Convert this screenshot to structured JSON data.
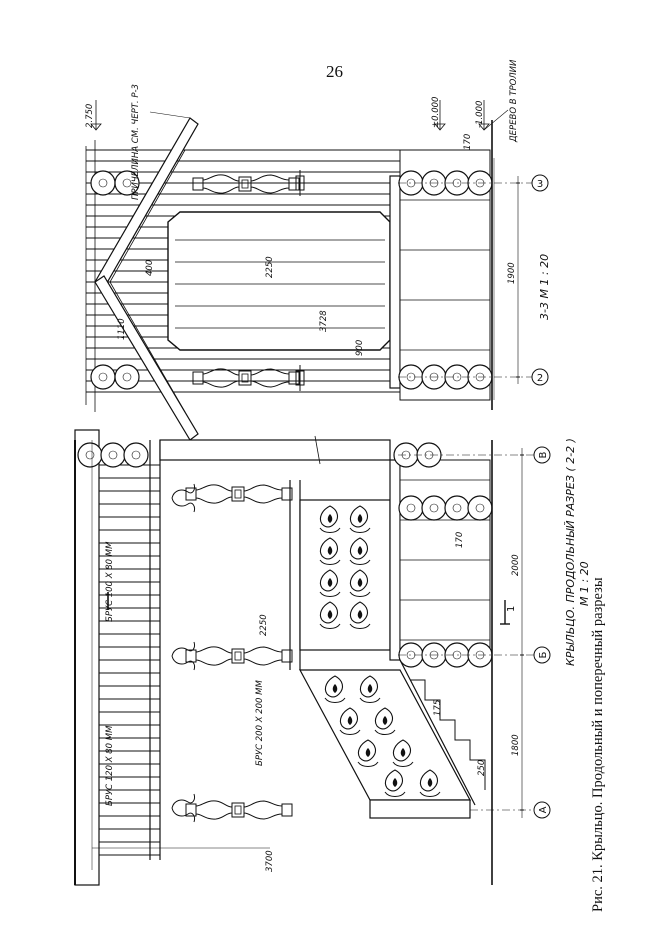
{
  "page": {
    "number": "26"
  },
  "caption": "Рис. 21. Крыльцо. Продольный и поперечный разрезы",
  "longitudinal_section": {
    "title": "КРЫЛЬЦО. ПРОДОЛЬНЫЙ РАЗРЕЗ ( 2-2 )",
    "scale": "М 1 : 20",
    "axes": [
      "А",
      "Б",
      "В"
    ],
    "section_mark": "1",
    "labels": {
      "beam_top": "БРУС 100 Х 80 ММ",
      "beam_low": "БРУС 120 Х 80 ММ",
      "beam_stair": "БРУС 200 Х 200 ММ"
    },
    "dimensions": {
      "d_2000": "2000",
      "d_1800": "1800",
      "d_3700": "3700",
      "d_2250": "2250",
      "d_170": "170",
      "d_175": "175",
      "d_250": "250"
    }
  },
  "cross_section": {
    "title": "3-3 М 1 : 20",
    "axes": [
      "2",
      "3"
    ],
    "labels": {
      "barge_board": "ПРИЧЕЛИНА СМ. ЧЕРТ. Р-3",
      "timber_note": "ДЕРЕВО В ТРОЛИИ"
    },
    "levels": {
      "top": "2.750",
      "zero": "±0.000",
      "minus": "-1.000"
    },
    "dimensions": {
      "d_1900": "1900",
      "d_2250": "2250",
      "d_3728": "3728",
      "d_900": "900",
      "d_1110": "1110",
      "d_400": "400",
      "d_170": "170"
    }
  }
}
